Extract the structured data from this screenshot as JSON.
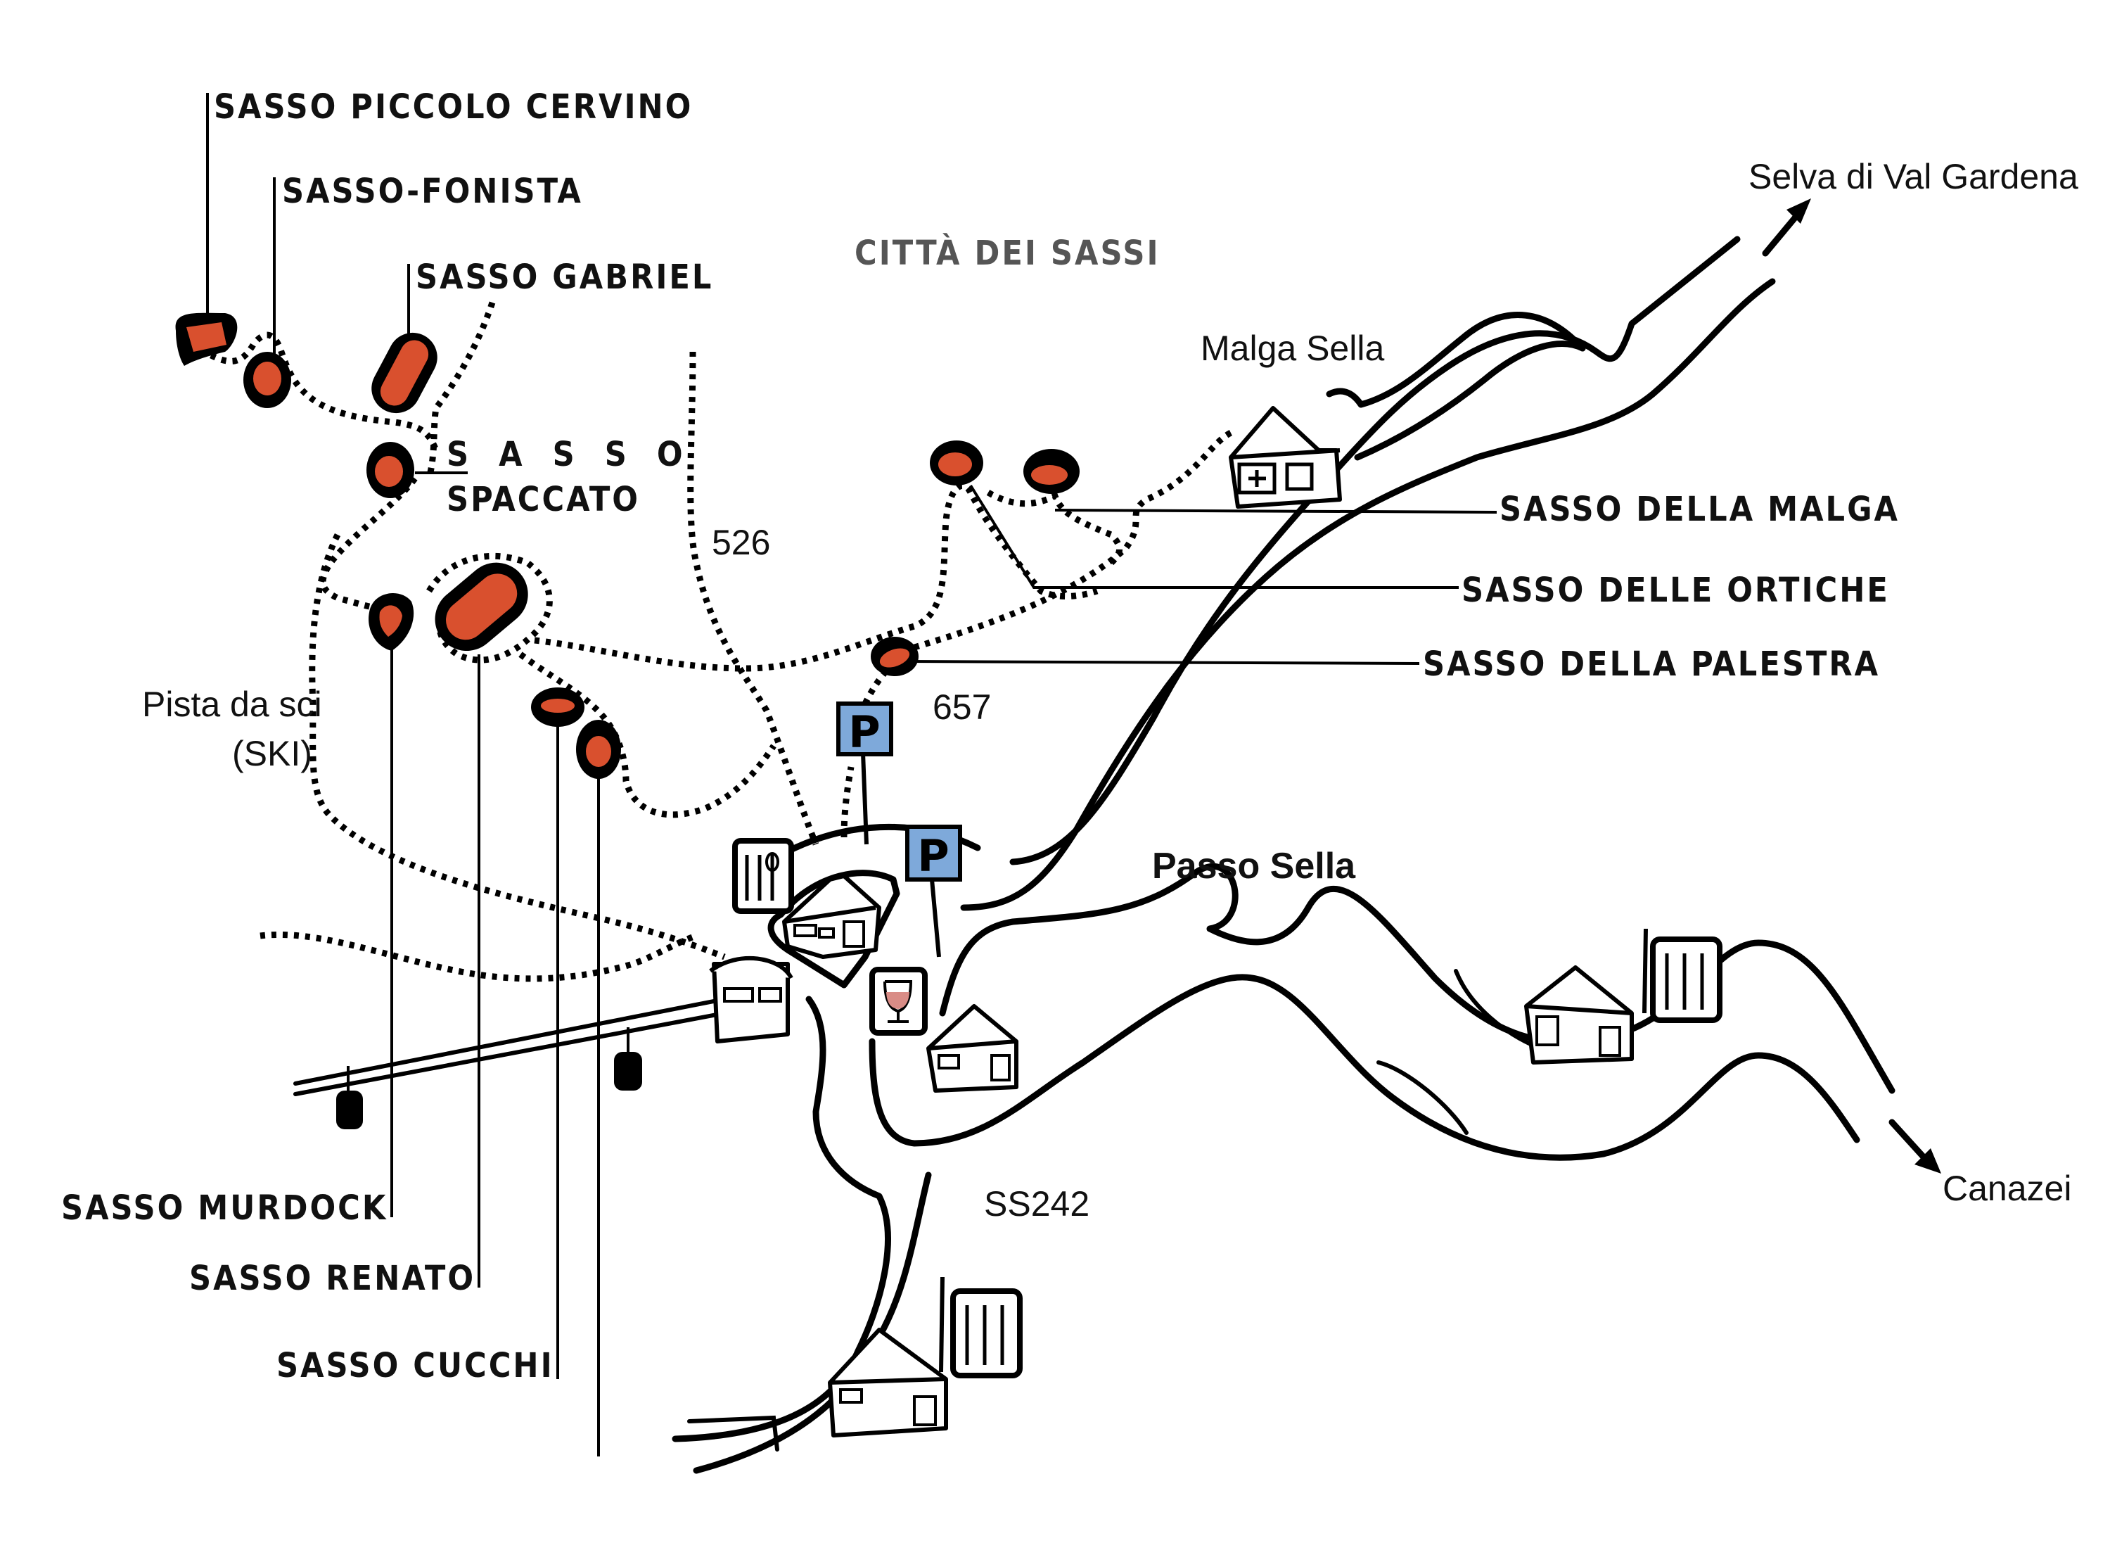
{
  "map": {
    "title": "CITTÀ DEI SASSI",
    "colors": {
      "rock": "#D9502E",
      "parking": "#7EA9DA",
      "wine": "#D98C86",
      "title_gray": "#555555",
      "ink": "#111111"
    },
    "rocks": [
      {
        "id": "piccolo-cervino",
        "label": "SASSO PICCOLO CERVINO"
      },
      {
        "id": "fonista",
        "label": "SASSO-FONISTA"
      },
      {
        "id": "gabriel",
        "label": "SASSO GABRIEL"
      },
      {
        "id": "spaccato",
        "label_line1": "S A S S O",
        "label_line2": "SPACCATO"
      },
      {
        "id": "della-malga",
        "label": "SASSO DELLA MALGA"
      },
      {
        "id": "delle-ortiche",
        "label": "SASSO DELLE ORTICHE"
      },
      {
        "id": "della-palestra",
        "label": "SASSO DELLA PALESTRA"
      },
      {
        "id": "murdock",
        "label": "SASSO MURDOCK"
      },
      {
        "id": "renato",
        "label": "SASSO RENATO"
      },
      {
        "id": "cucchi",
        "label": "SASSO CUCCHI"
      }
    ],
    "places": {
      "selva": "Selva di Val Gardena",
      "malga_sella": "Malga Sella",
      "passo_sella": "Passo Sella",
      "canazei": "Canazei",
      "pista": "Pista da sci",
      "ski": "(SKI)"
    },
    "trails": {
      "t526": "526",
      "t657": "657"
    },
    "roads": {
      "ss242": "SS242"
    },
    "signs": {
      "parking": "P"
    }
  }
}
